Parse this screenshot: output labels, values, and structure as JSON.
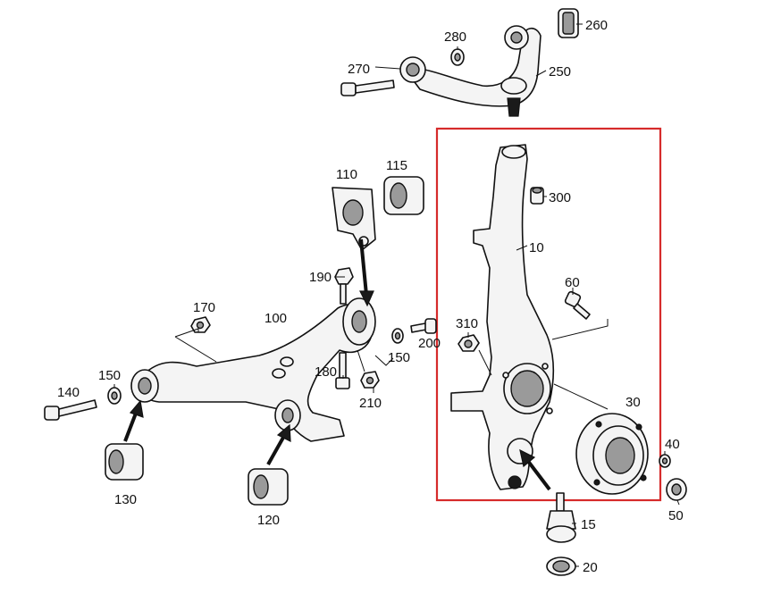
{
  "highlight_color": "#d62b2b",
  "callouts": {
    "c10": "10",
    "c15": "15",
    "c20": "20",
    "c30": "30",
    "c40": "40",
    "c50": "50",
    "c60": "60",
    "c100": "100",
    "c110": "110",
    "c115": "115",
    "c120": "120",
    "c130": "130",
    "c140": "140",
    "c150a": "150",
    "c150b": "150",
    "c170": "170",
    "c180": "180",
    "c190": "190",
    "c200": "200",
    "c210": "210",
    "c250": "250",
    "c260": "260",
    "c270": "270",
    "c280": "280",
    "c300": "300",
    "c310": "310"
  }
}
